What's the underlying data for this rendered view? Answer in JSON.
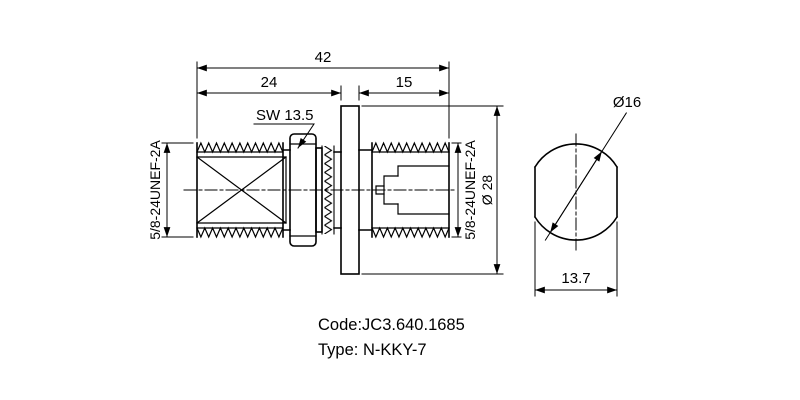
{
  "dimensions": {
    "total_length": "42",
    "front_length": "24",
    "rear_length": "15",
    "wrench_size": "SW 13.5",
    "thread_front": "5/8-24UNEF-2A",
    "thread_rear": "5/8-24UNEF-2A",
    "flange_diameter": "Ø 28",
    "end_diameter": "Ø16",
    "across_flats": "13.7"
  },
  "footer": {
    "code": "Code:JC3.640.1685",
    "type": "Type: N-KKY-7"
  },
  "colors": {
    "line": "#000000",
    "background": "#ffffff"
  }
}
